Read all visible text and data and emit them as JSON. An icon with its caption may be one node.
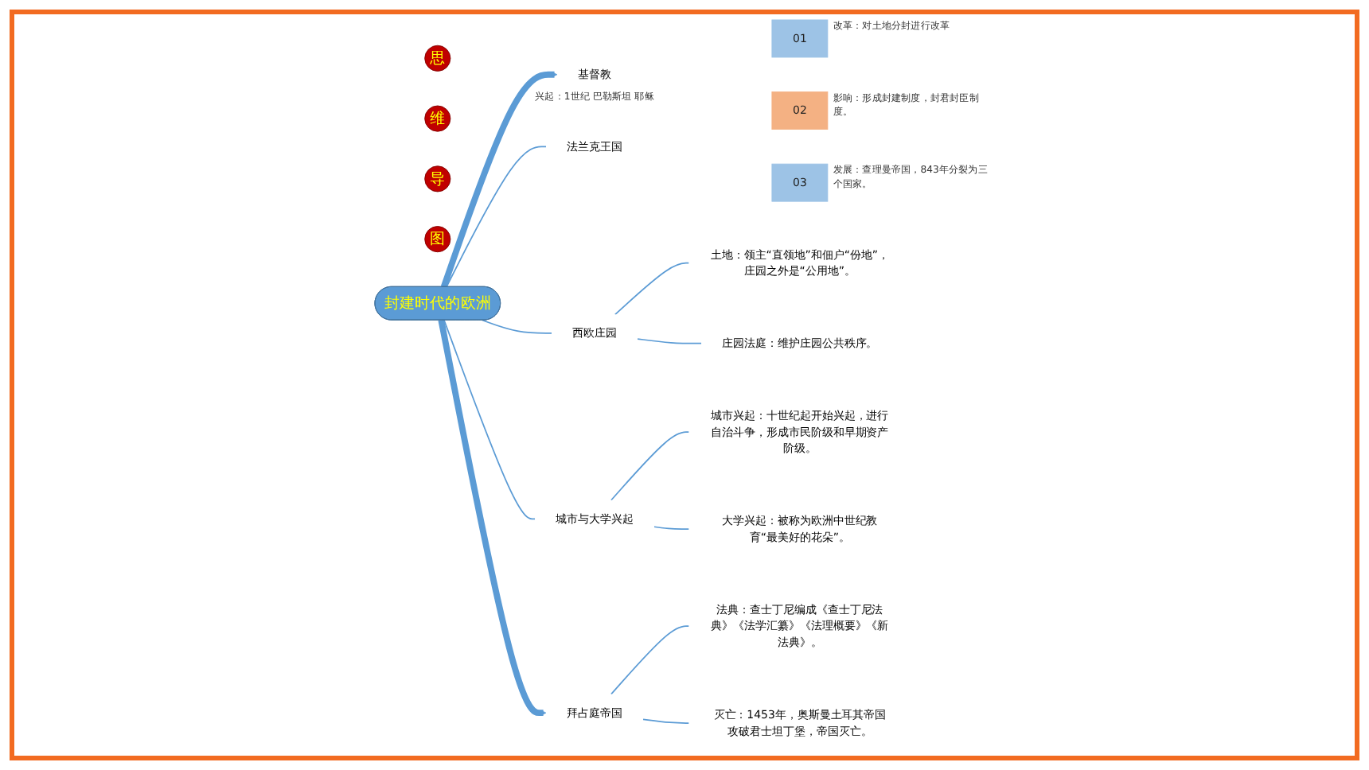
{
  "diagram": {
    "nodes": [
      {
        "text": [
          "思"
        ]
      },
      {
        "text": [
          "维"
        ]
      },
      {
        "text": [
          "导"
        ]
      },
      {
        "text": [
          "图"
        ]
      },
      {
        "text": [
          "封建时代的欧洲"
        ]
      },
      {
        "text": [
          "基督教"
        ],
        "beside": [
          "兴起：1世纪 巴勒斯坦 耶稣"
        ]
      },
      {
        "text": [
          "法兰克王国"
        ]
      },
      {
        "text": [
          "01"
        ],
        "beside": [
          "改革：对土地分封进行改革"
        ]
      },
      {
        "text": [
          "02"
        ],
        "beside": [
          "影响：形成封建制度，封君封臣制度。"
        ]
      },
      {
        "text": [
          "03"
        ],
        "beside": [
          "发展：查理曼帝国，843年分裂为三个国家。"
        ]
      },
      {
        "text": [
          "西欧庄园"
        ]
      },
      {
        "text": [
          "土地：领主“直领地”和佃户“份地”，庄园之外是“公用地”。"
        ]
      },
      {
        "text": [
          "庄园法庭：维护庄园公共秩序。"
        ]
      },
      {
        "text": [
          "城市与大学兴起"
        ]
      },
      {
        "text": [
          "城市兴起：十世纪起开始兴起，进行自治斗争，形成市民阶级和早期资产阶级。"
        ]
      },
      {
        "text": [
          "大学兴起：被称为欧洲中世纪教育“最美好的花朵”。"
        ]
      },
      {
        "text": [
          "拜占庭帝国"
        ]
      },
      {
        "text": [
          "法典：查士丁尼编成《查士丁尼法典》《法学汇纂》《法理概要》《新法典》。"
        ]
      },
      {
        "text": [
          "灭亡：1453年，奥斯曼土耳其帝国攻破君士坦丁堡，帝国灭亡。"
        ]
      }
    ],
    "edges": [
      {
        "from": 4,
        "to": 5,
        "arrow": "to",
        "style": "thick"
      },
      {
        "from": 4,
        "to": 6,
        "arrow": "none"
      },
      {
        "from": 4,
        "to": 10,
        "arrow": "none"
      },
      {
        "from": 4,
        "to": 13,
        "arrow": "none"
      },
      {
        "from": 4,
        "to": 16,
        "arrow": "to",
        "style": "thick"
      },
      {
        "from": 10,
        "to": 11,
        "arrow": "none"
      },
      {
        "from": 10,
        "to": 12,
        "arrow": "none"
      },
      {
        "from": 13,
        "to": 14,
        "arrow": "none"
      },
      {
        "from": 13,
        "to": 15,
        "arrow": "none"
      },
      {
        "from": 16,
        "to": 17,
        "arrow": "none"
      },
      {
        "from": 16,
        "to": 18,
        "arrow": "none"
      }
    ]
  }
}
